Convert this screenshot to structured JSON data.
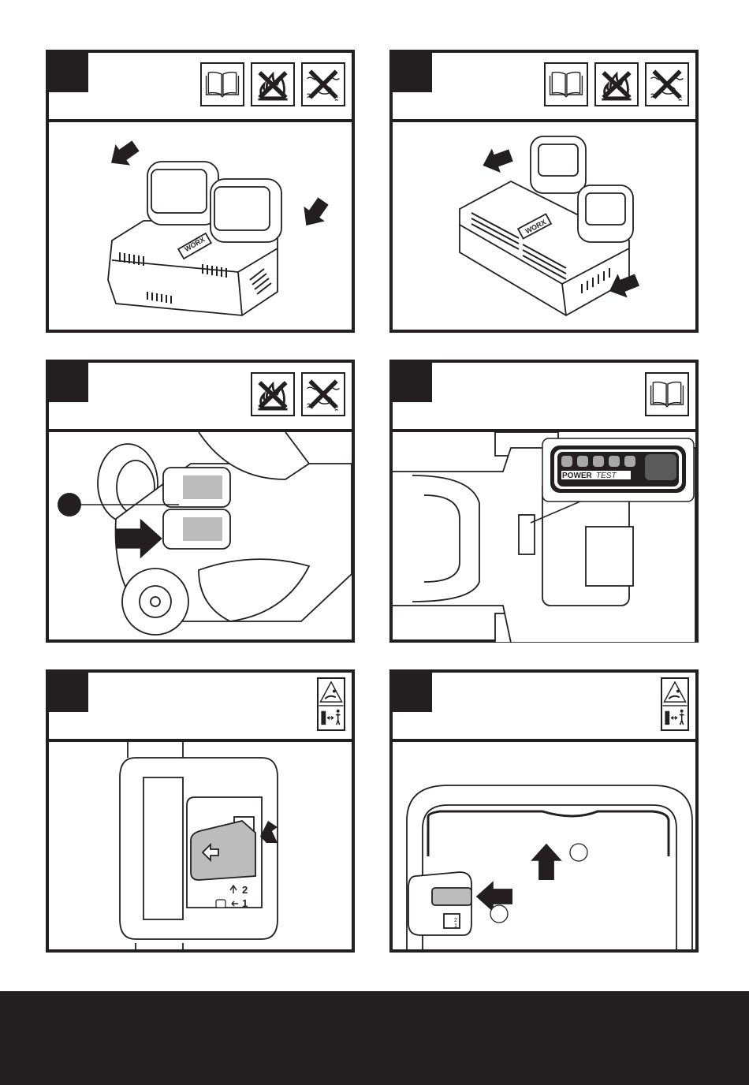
{
  "page": {
    "background": "#ffffff",
    "ink_color": "#231f20",
    "footer_color": "#231f20"
  },
  "panels": [
    {
      "id": "panel-1",
      "step_number": "",
      "symbols": [
        "read-manual-icon",
        "no-fire-icon",
        "no-water-icon"
      ],
      "illustration": "dual-charger-batteries-inserted",
      "labels": {
        "brand": "WORX"
      }
    },
    {
      "id": "panel-2",
      "step_number": "",
      "symbols": [
        "read-manual-icon",
        "no-fire-icon",
        "no-water-icon"
      ],
      "illustration": "dual-charger-batteries-removed",
      "labels": {
        "brand": "WORX"
      }
    },
    {
      "id": "panel-3",
      "step_number": "",
      "symbols": [
        "no-fire-icon",
        "no-water-icon"
      ],
      "illustration": "mower-battery-compartment",
      "labels": {
        "callout": ""
      }
    },
    {
      "id": "panel-4",
      "step_number": "",
      "symbols": [
        "read-manual-icon"
      ],
      "illustration": "mower-top-view-power-test",
      "labels": {
        "power": "POWER",
        "test": "TEST",
        "battery_level_segments": 5
      }
    },
    {
      "id": "panel-5",
      "step_number": "",
      "symbols": [
        "thrown-object-warning-icon"
      ],
      "illustration": "safety-switch-closeup",
      "labels": {
        "step_1": "1",
        "step_2": "2"
      }
    },
    {
      "id": "panel-6",
      "step_number": "",
      "symbols": [
        "thrown-object-warning-icon"
      ],
      "illustration": "handle-bail-and-switch",
      "labels": {
        "step_1": "1",
        "step_2": "2"
      }
    }
  ]
}
